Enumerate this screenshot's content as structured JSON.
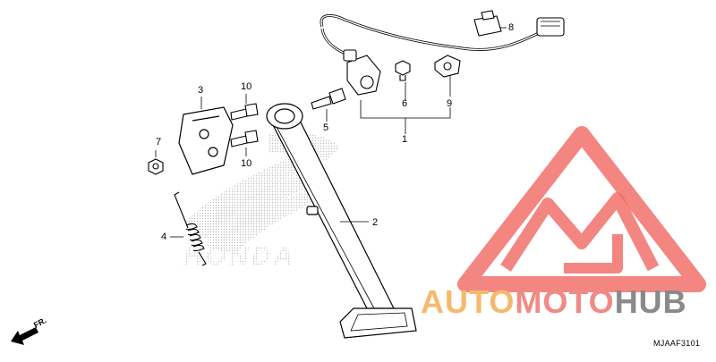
{
  "callouts": [
    {
      "id": "1",
      "label": "1"
    },
    {
      "id": "2",
      "label": "2"
    },
    {
      "id": "3",
      "label": "3"
    },
    {
      "id": "4",
      "label": "4"
    },
    {
      "id": "5",
      "label": "5"
    },
    {
      "id": "6",
      "label": "6"
    },
    {
      "id": "7",
      "label": "7"
    },
    {
      "id": "8",
      "label": "8"
    },
    {
      "id": "9",
      "label": "9"
    },
    {
      "id": "10a",
      "label": "10"
    },
    {
      "id": "10b",
      "label": "10"
    }
  ],
  "direction_label": "FR.",
  "diagram_code": "MJAAF3101",
  "watermark": {
    "part1": "AUTO",
    "part2": "MOTO",
    "part3": "HUB",
    "colors": {
      "auto": "#f6b96c",
      "moto": "#f08a86",
      "hub": "#8a8a8a",
      "triangle": "#f2716c"
    }
  },
  "background_logo": {
    "text": "HONDA",
    "color": "#bdbdbd"
  }
}
